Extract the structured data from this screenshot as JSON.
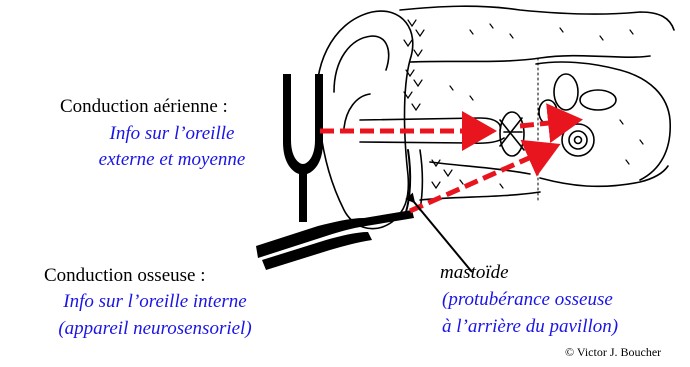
{
  "colors": {
    "ink": "#000000",
    "note_blue": "#1a14e6",
    "arrow_red": "#e8141e"
  },
  "air": {
    "title": "Conduction aérienne :",
    "note_line1": "Info sur l’oreille",
    "note_line2": "externe et moyenne"
  },
  "bone": {
    "title": "Conduction osseuse :",
    "note_line1": "Info sur l’oreille interne",
    "note_line2": "(appareil neurosensoriel)"
  },
  "mastoid": {
    "title": "mastoïde",
    "note_line1": "(protubérance osseuse",
    "note_line2": "à l’arrière du pavillon)"
  },
  "credit": "© Victor J. Boucher",
  "icons": [
    "tuning-fork-icon",
    "ear-anatomy-icon",
    "arrow-icon"
  ]
}
